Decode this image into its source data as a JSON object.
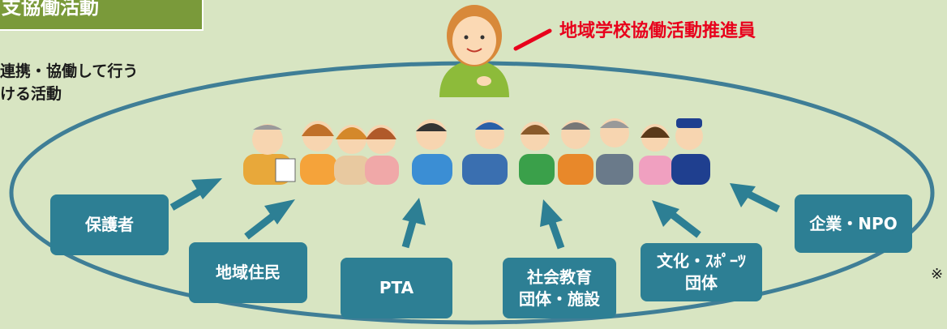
{
  "title": "支協働活動",
  "description": {
    "line1": "連携・協働して行う",
    "line2": "ける活動"
  },
  "coordinator_label": "地域学校協働活動推進員",
  "stakeholders": {
    "guardians": "保護者",
    "residents": "地域住民",
    "pta": "PTA",
    "social_education_line1": "社会教育",
    "social_education_line2": "団体・施設",
    "culture_sports_line1": "文化・ｽﾎﾟｰﾂ",
    "culture_sports_line2": "団体",
    "companies": "企業・NPO"
  },
  "note_mark": "※",
  "colors": {
    "background": "#d8e5c2",
    "title_bar": "#7a9a3a",
    "box": "#2d7f94",
    "ellipse": "#3f7e96",
    "arrow": "#2d7f94",
    "accent_red": "#e8001c"
  }
}
